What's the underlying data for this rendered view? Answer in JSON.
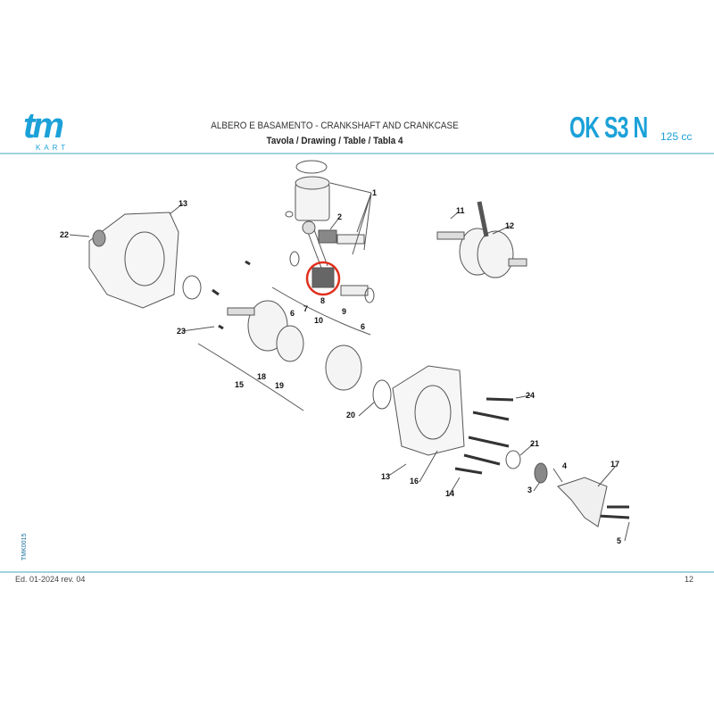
{
  "header": {
    "logo_text": "tm",
    "logo_sub": "KART",
    "title": "ALBERO E BASAMENTO - CRANKSHAFT AND CRANKCASE",
    "subtitle": "Tavola / Drawing / Table  / Tabla  4",
    "model": "OK S3 N",
    "displacement": "125 cc"
  },
  "doc_code": "TMK0015",
  "footer": {
    "edition": "Ed. 01-2024  rev. 04",
    "page": "12"
  },
  "highlight_color": "#e0301e",
  "brand_color": "#1ba1d8",
  "callouts": [
    "1",
    "2",
    "3",
    "4",
    "5",
    "6",
    "6",
    "7",
    "8",
    "9",
    "10",
    "11",
    "12",
    "13",
    "13",
    "14",
    "15",
    "16",
    "17",
    "18",
    "19",
    "20",
    "21",
    "22",
    "23",
    "24"
  ]
}
